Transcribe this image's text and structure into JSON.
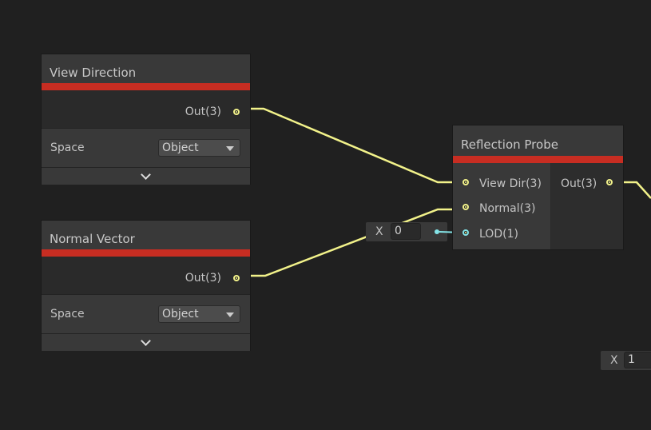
{
  "nodes": {
    "view_direction": {
      "title": "View Direction",
      "output": "Out(3)",
      "space_label": "Space",
      "space_value": "Object"
    },
    "normal_vector": {
      "title": "Normal Vector",
      "output": "Out(3)",
      "space_label": "Space",
      "space_value": "Object"
    },
    "reflection_probe": {
      "title": "Reflection Probe",
      "inputs": [
        "View Dir(3)",
        "Normal(3)",
        "LOD(1)"
      ],
      "output": "Out(3)"
    }
  },
  "inline_lod": {
    "axis": "X",
    "value": "0"
  },
  "inline_other": {
    "axis": "X",
    "value": "1"
  },
  "colors": {
    "accent": "#c72d22",
    "vector3_wire": "#f2f28a",
    "float_wire": "#84e4e7"
  }
}
